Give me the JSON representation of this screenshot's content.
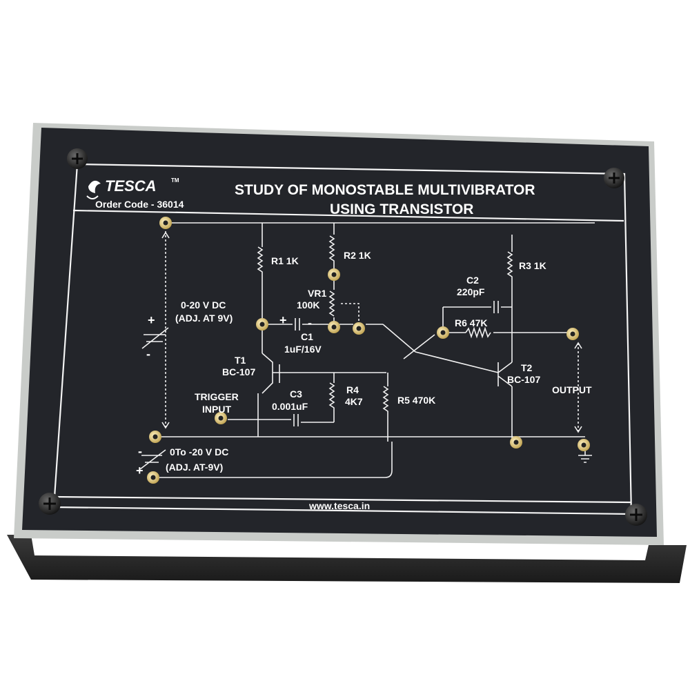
{
  "brand": {
    "name": "TESCA",
    "tm": "TM"
  },
  "panel": {
    "order_code": "Order Code - 36014",
    "title_line1": "STUDY OF MONOSTABLE MULTIVIBRATOR",
    "title_line2": "USING TRANSISTOR",
    "website": "www.tesca.in"
  },
  "components": {
    "r1": "R1 1K",
    "r2": "R2 1K",
    "r3": "R3 1K",
    "vr1_name": "VR1",
    "vr1_value": "100K",
    "c1_name": "C1",
    "c1_value": "1uF/16V",
    "c2_name": "C2",
    "c2_value": "220pF",
    "r6": "R6 47K",
    "t1_name": "T1",
    "t1_type": "BC-107",
    "t2_name": "T2",
    "t2_type": "BC-107",
    "c3_name": "C3",
    "c3_value": "0.001uF",
    "r4_name": "R4",
    "r4_value": "4K7",
    "r5": "R5 470K"
  },
  "labels": {
    "supply_pos_line1": "0-20 V DC",
    "supply_pos_line2": "(ADJ. AT 9V)",
    "supply_neg_line1": "0To -20 V DC",
    "supply_neg_line2": "(ADJ. AT-9V)",
    "trigger_line1": "TRIGGER",
    "trigger_line2": "INPUT",
    "output": "OUTPUT",
    "plus": "+",
    "minus": "-"
  }
}
